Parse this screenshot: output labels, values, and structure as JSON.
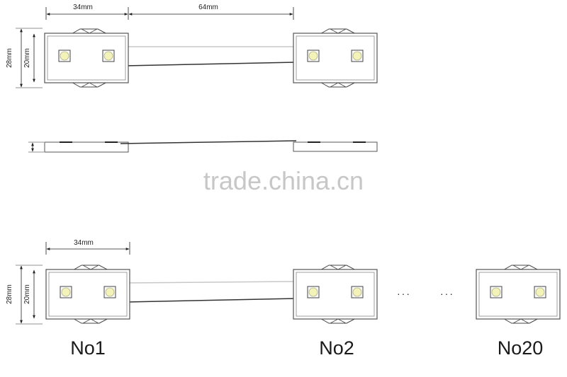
{
  "dimensions": {
    "module_length": "34mm",
    "spacing": "64mm",
    "outer_height": "28mm",
    "inner_height": "20mm"
  },
  "watermark": "trade.china.cn",
  "ellipsis": "···",
  "module_labels": [
    "No1",
    "No2",
    "No20"
  ]
}
